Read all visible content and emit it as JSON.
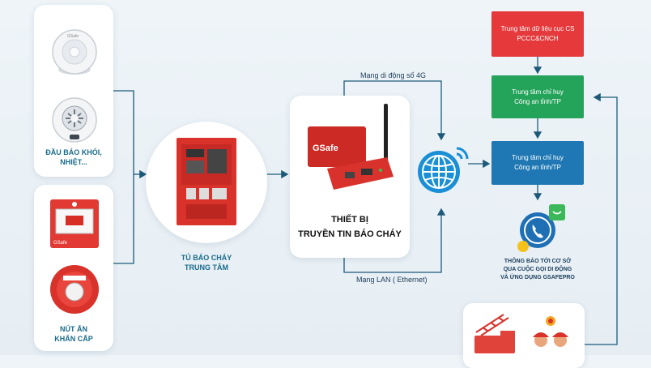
{
  "detectors": {
    "brand": "GSafe",
    "caption": [
      "ĐẦU BÁO KHÓI,",
      "NHIỆT..."
    ]
  },
  "call_points": {
    "brand": "GSafe",
    "caption": [
      "NÚT ẤN",
      "KHẨN CẤP"
    ]
  },
  "panel": {
    "caption": [
      "TỦ BÁO CHÁY",
      "TRUNG TÂM"
    ]
  },
  "transmitter": {
    "brand": "GSafe",
    "title": [
      "THIẾT BỊ",
      "TRUYỀN TIN BÁO CHÁY"
    ]
  },
  "links": {
    "mobile": "Mạng di động số 4G",
    "lan": "Mạng LAN ( Ethernet)"
  },
  "centers": {
    "data_center": [
      "Trung tâm dữ liệu cục CS",
      "PCCC&CNCH"
    ],
    "command_province_1": [
      "Trung tâm chỉ huy",
      "Công an tỉnh/TP"
    ],
    "command_province_2": [
      "Trung tâm chỉ huy",
      "Công an tỉnh/TP"
    ]
  },
  "notification": [
    "THÔNG BÁO TỚI CƠ SỞ",
    "QUA CUỘC GỌI DI ĐỘNG",
    "VÀ ỨNG DỤNG GSAFEPRO"
  ],
  "colors": {
    "red_box": "#e5393b",
    "green_box": "#24a35a",
    "blue_box": "#1f78b4",
    "line": "#1d5a7a",
    "caption": "#1a6a8a"
  }
}
